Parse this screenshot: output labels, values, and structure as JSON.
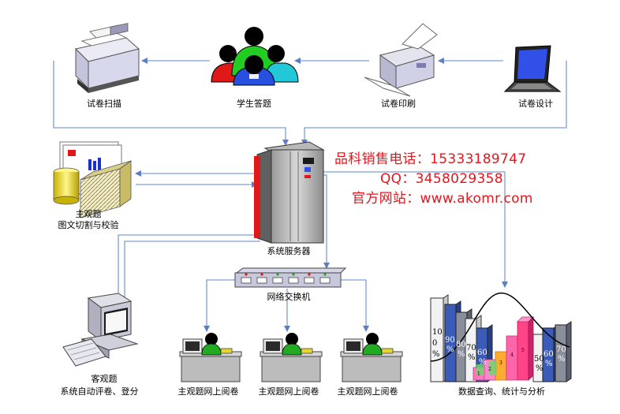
{
  "labels": {
    "scan": "试卷扫描",
    "students": "学生答题",
    "print": "试卷印刷",
    "design": "试卷设计",
    "subjective_1": "主观题",
    "subjective_2": "图文切割与校验",
    "server": "系统服务器",
    "switch": "网络交换机",
    "objective_1": "客观题",
    "objective_2": "系统自动评卷、登分",
    "review_1": "主观题网上阅卷",
    "review_2": "主观题网上阅卷",
    "review_3": "主观题网上阅卷",
    "analysis": "数据查询、统计与分析"
  },
  "contact": {
    "phone": "品科销售电话：15333189747",
    "qq": "QQ：3458029358",
    "site": "官方网站：www.akomr.com"
  },
  "chart_marks": [
    "10",
    "0",
    "%",
    "90",
    "%",
    "80",
    "%",
    "70",
    "%",
    "60",
    "%",
    "1",
    "2",
    "3",
    "4",
    "5",
    "50",
    "%",
    "60",
    "%",
    "70",
    "%"
  ],
  "colors": {
    "line": "#7d9fd6",
    "contact": "#e8141c",
    "blue_bar": "#3b5bb8",
    "gray_bar": "#8a8f9c",
    "pink_bar": "#ff66aa",
    "green_shirt": "#22aa22"
  }
}
